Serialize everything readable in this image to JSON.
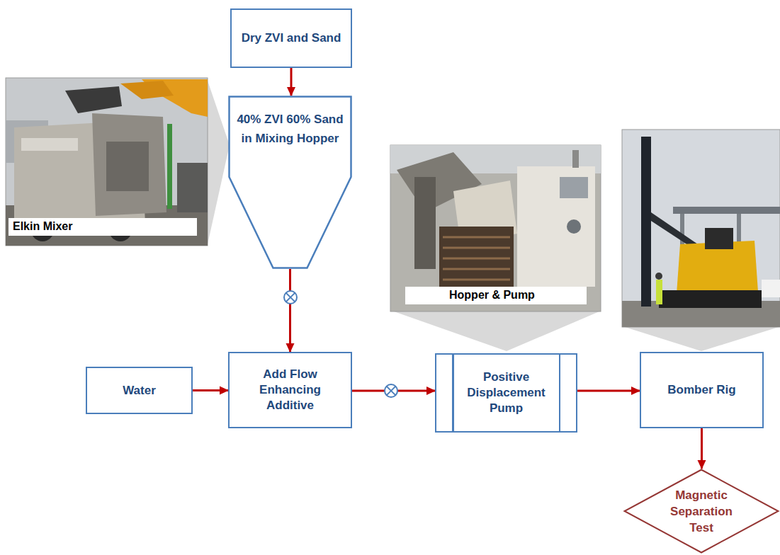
{
  "diagram": {
    "nodes": [
      {
        "text": [
          "Dry ZVI and Sand"
        ]
      },
      {
        "text": [
          "40% ZVI 60% Sand in Mixing Hopper"
        ]
      },
      {
        "text": [
          "Water"
        ]
      },
      {
        "text": [
          "Add Flow Enhancing Additive"
        ]
      },
      {
        "text": [
          "Positive Displacement Pump"
        ]
      },
      {
        "text": [
          "Bomber Rig"
        ]
      },
      {
        "text": [
          "Magnetic Separation Test"
        ]
      }
    ],
    "edges": [
      {
        "from": 0,
        "to": 1,
        "arrow": "to"
      },
      {
        "from": 1,
        "to": 3,
        "arrow": "to"
      },
      {
        "from": 2,
        "to": 3,
        "arrow": "to"
      },
      {
        "from": 3,
        "to": 4,
        "arrow": "to"
      },
      {
        "from": 4,
        "to": 5,
        "arrow": "to"
      },
      {
        "from": 5,
        "to": 6,
        "arrow": "to"
      }
    ],
    "labels": [
      "Elkin Mixer",
      "Hopper & Pump"
    ]
  }
}
